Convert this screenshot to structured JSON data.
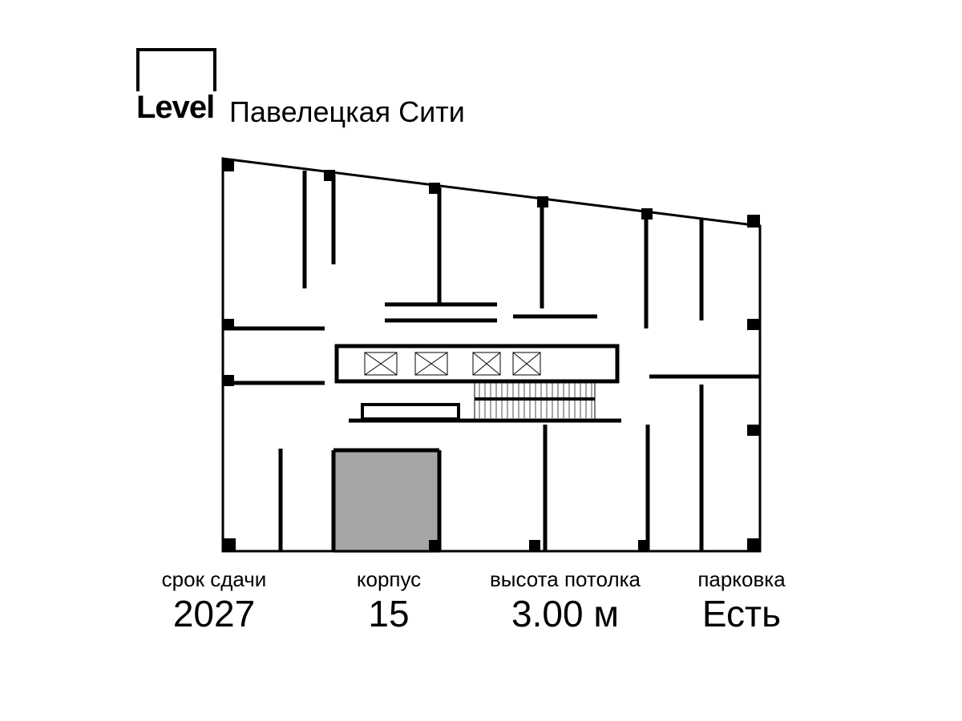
{
  "brand": {
    "logo_text": "Level",
    "project_name": "Павелецкая Сити"
  },
  "plan": {
    "highlight_color": "#a6a6a6",
    "wall_color": "#000000"
  },
  "info": [
    {
      "label": "срок сдачи",
      "value": "2027"
    },
    {
      "label": "корпус",
      "value": "15"
    },
    {
      "label": "высота потолка",
      "value": "3.00 м"
    },
    {
      "label": "парковка",
      "value": "Есть"
    }
  ]
}
